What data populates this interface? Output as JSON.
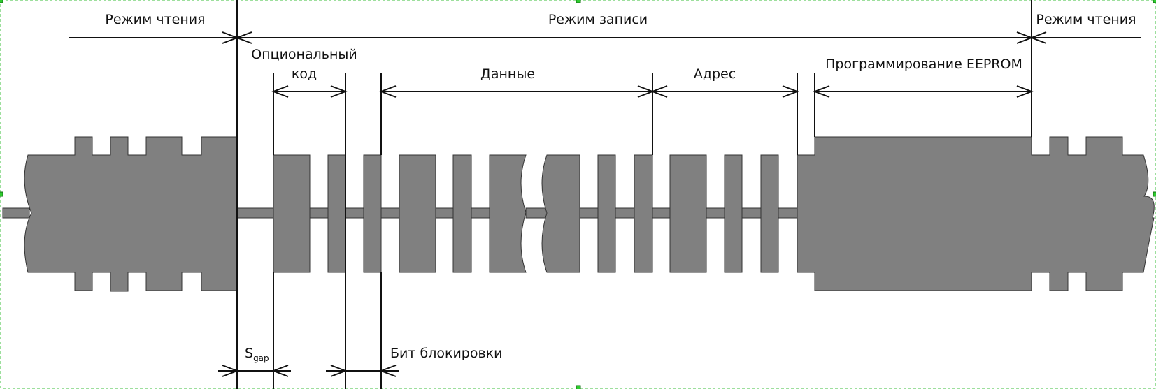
{
  "labels": {
    "read_mode_left": "Режим чтения",
    "write_mode": "Режим записи",
    "read_mode_right": "Режим чтения",
    "optional_code_line1": "Опциональный",
    "optional_code_line2": "код",
    "data": "Данные",
    "address": "Адрес",
    "eeprom_programming": "Программирование EEPROM",
    "s_gap_main": "S",
    "s_gap_sub": "gap",
    "lock_bit": "Бит блокировки"
  },
  "colors": {
    "waveform_fill": "#808080",
    "line": "#111111",
    "selection_frame": "#3bbf3b"
  }
}
